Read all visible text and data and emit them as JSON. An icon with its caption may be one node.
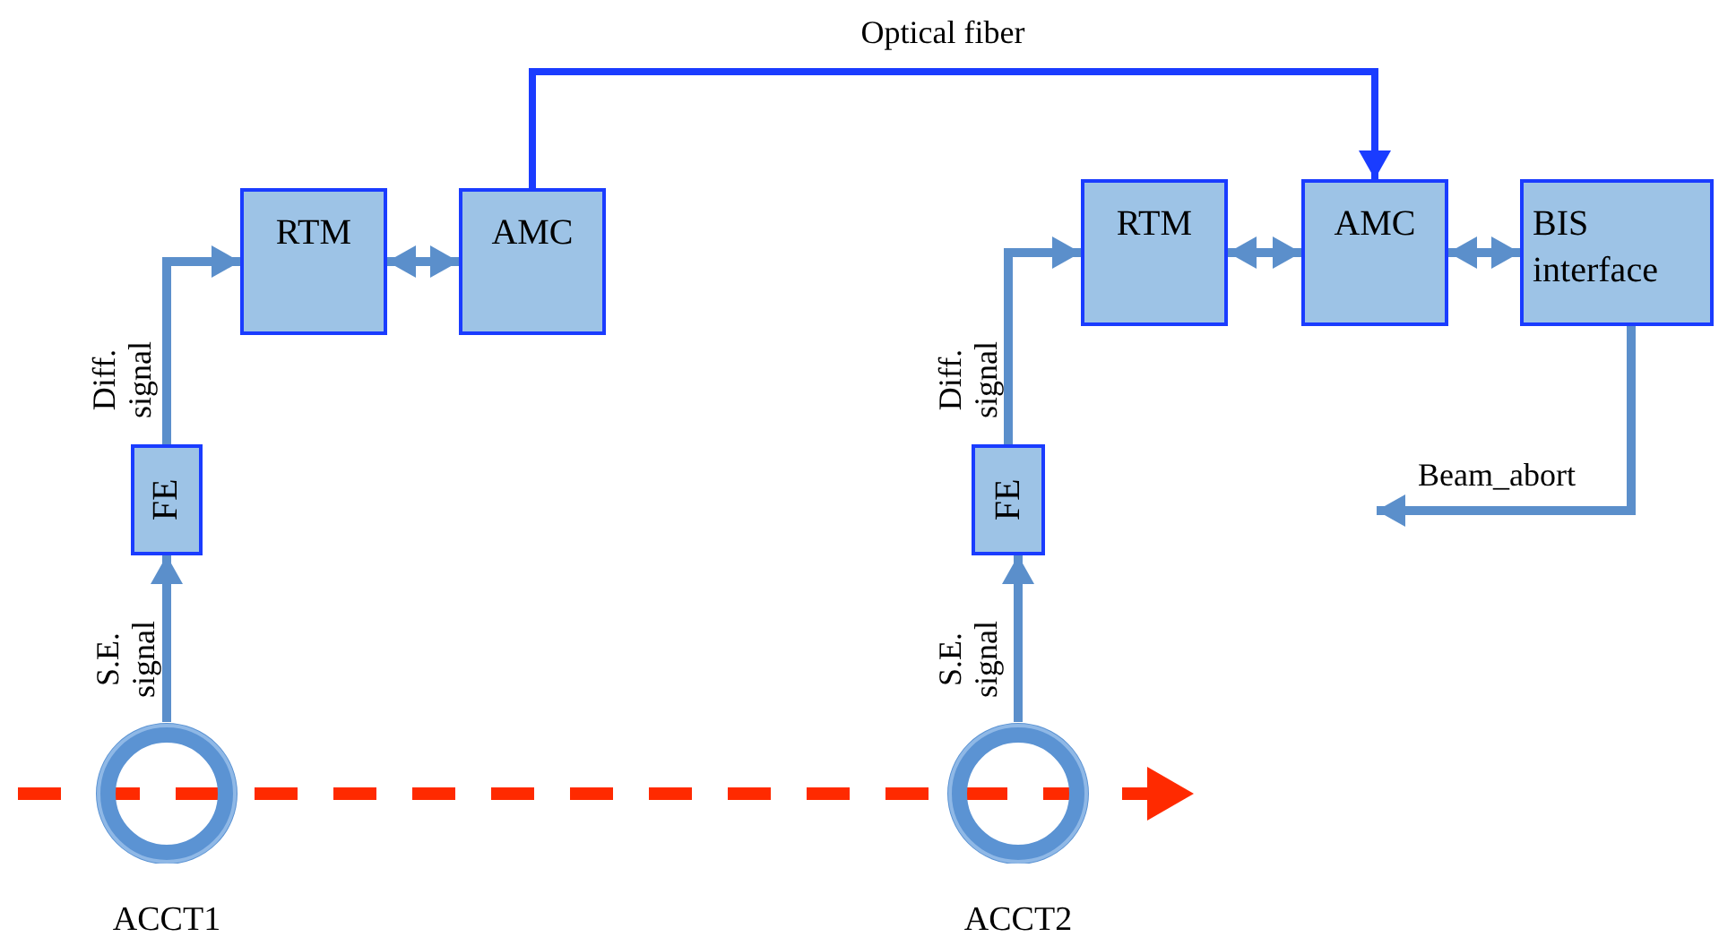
{
  "diagram": {
    "nodes": [
      {
        "text": [
          "ACCT1"
        ]
      },
      {
        "text": [
          "FE"
        ]
      },
      {
        "text": [
          "RTM"
        ]
      },
      {
        "text": [
          "AMC"
        ]
      },
      {
        "text": [
          "ACCT2"
        ]
      },
      {
        "text": [
          "FE"
        ]
      },
      {
        "text": [
          "RTM"
        ]
      },
      {
        "text": [
          "AMC"
        ]
      },
      {
        "text": [
          "BIS interface"
        ]
      }
    ],
    "edges": [
      {
        "from": 0,
        "to": 1,
        "arrow": "to",
        "label": "S.E. signal"
      },
      {
        "from": 1,
        "to": 2,
        "arrow": "to",
        "label": "Diff. signal"
      },
      {
        "from": 2,
        "to": 3,
        "arrow": "both"
      },
      {
        "from": 3,
        "to": 7,
        "arrow": "to",
        "label": "Optical fiber",
        "color": "#1a3cff"
      },
      {
        "from": 4,
        "to": 5,
        "arrow": "to",
        "label": "S.E. signal"
      },
      {
        "from": 5,
        "to": 6,
        "arrow": "to",
        "label": "Diff. signal"
      },
      {
        "from": 6,
        "to": 7,
        "arrow": "both"
      },
      {
        "from": 7,
        "to": 8,
        "arrow": "both"
      },
      {
        "from": 8,
        "to": null,
        "arrow": "to",
        "label": "Beam_abort"
      }
    ]
  }
}
